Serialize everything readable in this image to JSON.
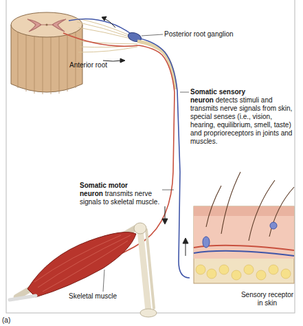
{
  "diagram": {
    "labels": [
      "Posterior root ganglion",
      "Anterior root",
      "Somatic sensory neuron",
      "detects stimuli and transmits nerve signals from skin, special senses (i.e., vision, hearing, equilibrium, smell, taste) and proprioreceptors in joints and muscles.",
      "Somatic motor neuron",
      "transmits nerve signals to skeletal muscle.",
      "Skeletal muscle",
      "Sensory receptor in skin",
      "(a)"
    ]
  }
}
